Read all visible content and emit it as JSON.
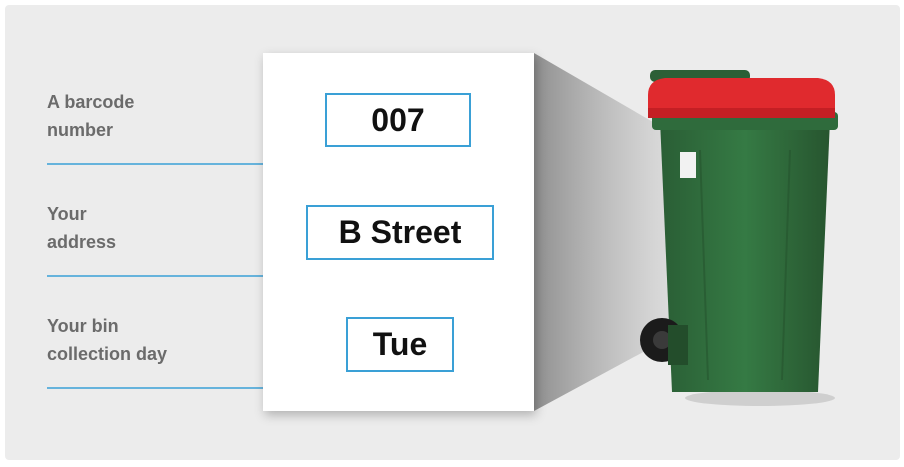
{
  "items": [
    {
      "label": "A barcode\nnumber",
      "value": "007"
    },
    {
      "label": "Your\naddress",
      "value": "B Street"
    },
    {
      "label": "Your bin\ncollection day",
      "value": "Tue"
    }
  ],
  "colors": {
    "background": "#ececec",
    "card": "#ffffff",
    "accent_line": "#3aa0d6",
    "label_text": "#6b6b6b",
    "bin_body": "#2f6b3c",
    "bin_lid": "#e02a2e"
  },
  "illustration": "wheelie-bin"
}
